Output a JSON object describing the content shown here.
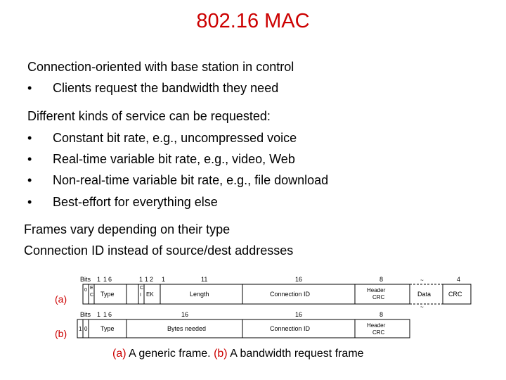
{
  "slide": {
    "title": "802.16 MAC",
    "block1": {
      "heading": "Connection-oriented with base station in control",
      "bullets": [
        "Clients request the bandwidth they need"
      ]
    },
    "block2": {
      "heading": "Different kinds of service can be requested:",
      "bullets": [
        "Constant bit rate, e.g., uncompressed voice",
        "Real-time variable bit rate, e.g., video, Web",
        "Non-real-time variable bit rate, e.g., file download",
        "Best-effort for everything else"
      ]
    },
    "block3": [
      "Frames vary depending on their type",
      "Connection ID instead of source/dest addresses"
    ],
    "bullet_glyph": "•"
  },
  "figure": {
    "frame_a": {
      "label": "(a)",
      "bits_word": "Bits",
      "bits": [
        "1",
        "1",
        "6",
        "1",
        "1",
        "2",
        "1",
        "11",
        "16",
        "8",
        "4"
      ],
      "fields": [
        "0",
        "E",
        "C",
        "Type",
        "C",
        "I",
        "EK",
        "Length",
        "Connection ID",
        "Header",
        "CRC",
        "Data",
        "CRC"
      ]
    },
    "frame_b": {
      "label": "(b)",
      "bits_word": "Bits",
      "bits": [
        "1",
        "1",
        "6",
        "16",
        "16",
        "8"
      ],
      "fields": [
        "1",
        "0",
        "Type",
        "Bytes needed",
        "Connection ID",
        "Header",
        "CRC"
      ]
    },
    "caption": {
      "a_tag": "(a)",
      "a_text": "A generic frame.",
      "b_tag": "(b)",
      "b_text": "A bandwidth request frame"
    }
  }
}
